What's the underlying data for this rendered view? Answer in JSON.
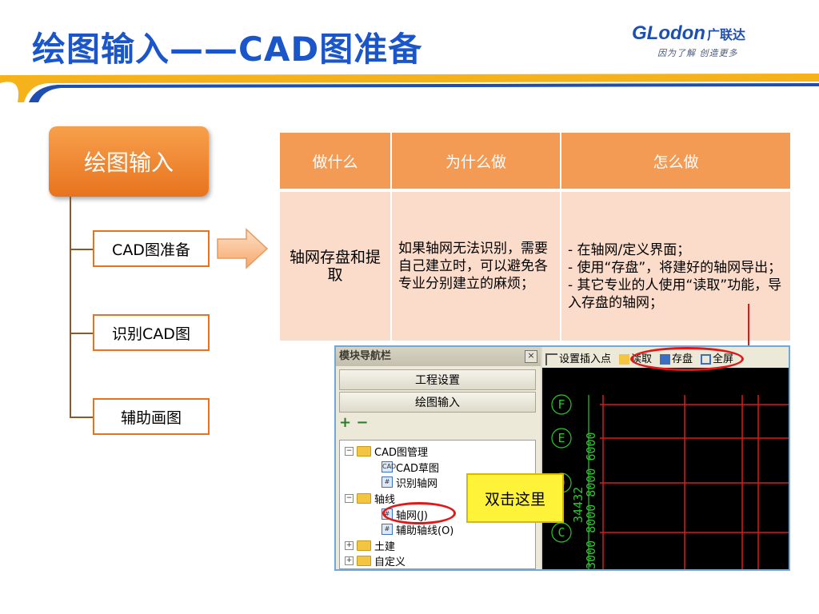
{
  "header": {
    "title": "绘图输入——CAD图准备",
    "logo_main": "GLodon",
    "logo_cn": "广联达",
    "logo_slogan": "因为了解 创造更多",
    "colors": {
      "title": "#1a56c9",
      "band_yellow": "#f5b21b",
      "band_blue": "#1e4fb0"
    }
  },
  "nav": {
    "main": "绘图输入",
    "items": [
      "CAD图准备",
      "识别CAD图",
      "辅助画图"
    ],
    "colors": {
      "main": "#e8731e",
      "border": "#e8731e"
    }
  },
  "table": {
    "headers": [
      "做什么",
      "为什么做",
      "怎么做"
    ],
    "row": {
      "what": "轴网存盘和提取",
      "why": "如果轴网无法识别，需要自己建立时，可以避免各专业分别建立的麻烦；",
      "how": [
        "- 在轴网/定义界面；",
        "- 使用“存盘”，将建好的轴网导出；",
        "-  其它专业的人使用“读取”功能，导入存盘的轴网；"
      ]
    },
    "colors": {
      "header": "#f39a55",
      "cell": "#fbdccb"
    }
  },
  "screenshot": {
    "panel_title": "模块导航栏",
    "close": "×",
    "buttons": [
      "工程设置",
      "绘图输入"
    ],
    "tools": "+ −",
    "tree": {
      "cad_manage": "CAD图管理",
      "cad_draft": "CAD草图",
      "recognize_axis": "识别轴网",
      "axis_group": "轴线",
      "axis_net": "轴网(J)",
      "aux_axis": "辅助轴线(O)",
      "civil": "土建",
      "custom": "自定义"
    },
    "toolbar": [
      "设置插入点",
      "读取",
      "存盘",
      "全屏"
    ],
    "axis_labels": [
      "F",
      "E",
      "D",
      "C"
    ],
    "dimension_text": "3000 8000 8000 6000",
    "dimension_text2": "34432",
    "cad_colors": {
      "bg": "#000000",
      "grid": "#e01818",
      "label": "#2ac92a"
    }
  },
  "callout": "双击这里"
}
